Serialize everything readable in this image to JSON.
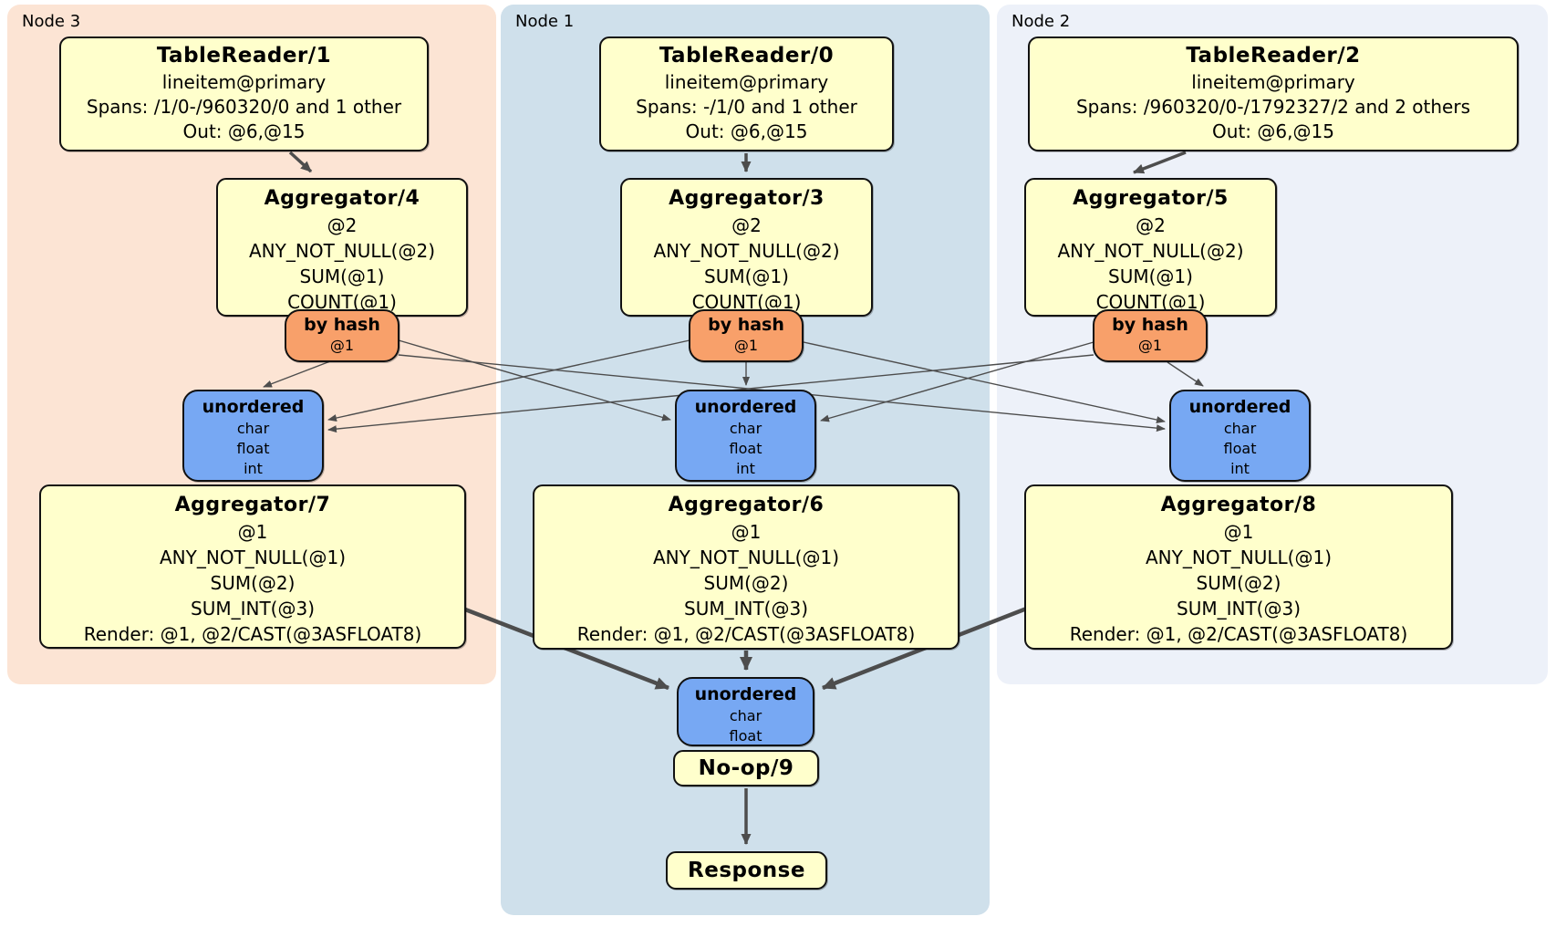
{
  "nodes": {
    "node3": {
      "label": "Node 3",
      "table_reader": {
        "title": "TableReader/1",
        "index": "lineitem@primary",
        "spans": "Spans: /1/0-/960320/0 and 1 other",
        "out": "Out: @6,@15"
      },
      "aggregator_top": {
        "title": "Aggregator/4",
        "group": "@2",
        "f1": "ANY_NOT_NULL(@2)",
        "f2": "SUM(@1)",
        "f3": "COUNT(@1)"
      },
      "router": {
        "label": "by hash",
        "key": "@1"
      },
      "sync": {
        "label": "unordered",
        "c1": "char",
        "c2": "float",
        "c3": "int"
      },
      "aggregator_bottom": {
        "title": "Aggregator/7",
        "group": "@1",
        "f1": "ANY_NOT_NULL(@1)",
        "f2": "SUM(@2)",
        "f3": "SUM_INT(@3)",
        "f4": "Render: @1, @2/CAST(@3ASFLOAT8)"
      }
    },
    "node1": {
      "label": "Node 1",
      "table_reader": {
        "title": "TableReader/0",
        "index": "lineitem@primary",
        "spans": "Spans: -/1/0 and 1 other",
        "out": "Out: @6,@15"
      },
      "aggregator_top": {
        "title": "Aggregator/3",
        "group": "@2",
        "f1": "ANY_NOT_NULL(@2)",
        "f2": "SUM(@1)",
        "f3": "COUNT(@1)"
      },
      "router": {
        "label": "by hash",
        "key": "@1"
      },
      "sync": {
        "label": "unordered",
        "c1": "char",
        "c2": "float",
        "c3": "int"
      },
      "aggregator_bottom": {
        "title": "Aggregator/6",
        "group": "@1",
        "f1": "ANY_NOT_NULL(@1)",
        "f2": "SUM(@2)",
        "f3": "SUM_INT(@3)",
        "f4": "Render: @1, @2/CAST(@3ASFLOAT8)"
      },
      "final_sync": {
        "label": "unordered",
        "c1": "char",
        "c2": "float"
      },
      "noop": {
        "title": "No-op/9"
      },
      "response": {
        "title": "Response"
      }
    },
    "node2": {
      "label": "Node 2",
      "table_reader": {
        "title": "TableReader/2",
        "index": "lineitem@primary",
        "spans": "Spans: /960320/0-/1792327/2 and 2 others",
        "out": "Out: @6,@15"
      },
      "aggregator_top": {
        "title": "Aggregator/5",
        "group": "@2",
        "f1": "ANY_NOT_NULL(@2)",
        "f2": "SUM(@1)",
        "f3": "COUNT(@1)"
      },
      "router": {
        "label": "by hash",
        "key": "@1"
      },
      "sync": {
        "label": "unordered",
        "c1": "char",
        "c2": "float",
        "c3": "int"
      },
      "aggregator_bottom": {
        "title": "Aggregator/8",
        "group": "@1",
        "f1": "ANY_NOT_NULL(@1)",
        "f2": "SUM(@2)",
        "f3": "SUM_INT(@3)",
        "f4": "Render: @1, @2/CAST(@3ASFLOAT8)"
      }
    }
  },
  "colors": {
    "node3_bg": "#fce4d4",
    "node1_bg": "#cfe0eb",
    "node2_bg": "#edf1f9",
    "processor_bg": "#ffffcc",
    "router_bg": "#f8a06a",
    "sync_bg": "#77a8f3",
    "edge": "#4d4d4d"
  }
}
